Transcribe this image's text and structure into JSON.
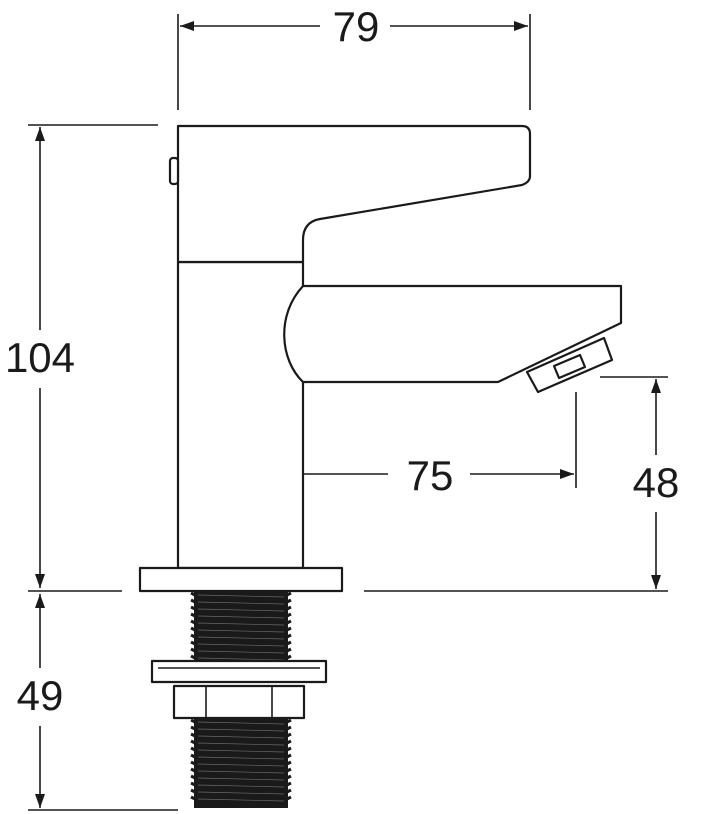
{
  "dimensions": {
    "overall_width": "79",
    "spout_reach": "75",
    "body_height": "104",
    "spout_height": "48",
    "shank_length": "49"
  },
  "colors": {
    "line": "#1a1a1a",
    "background": "#ffffff"
  }
}
